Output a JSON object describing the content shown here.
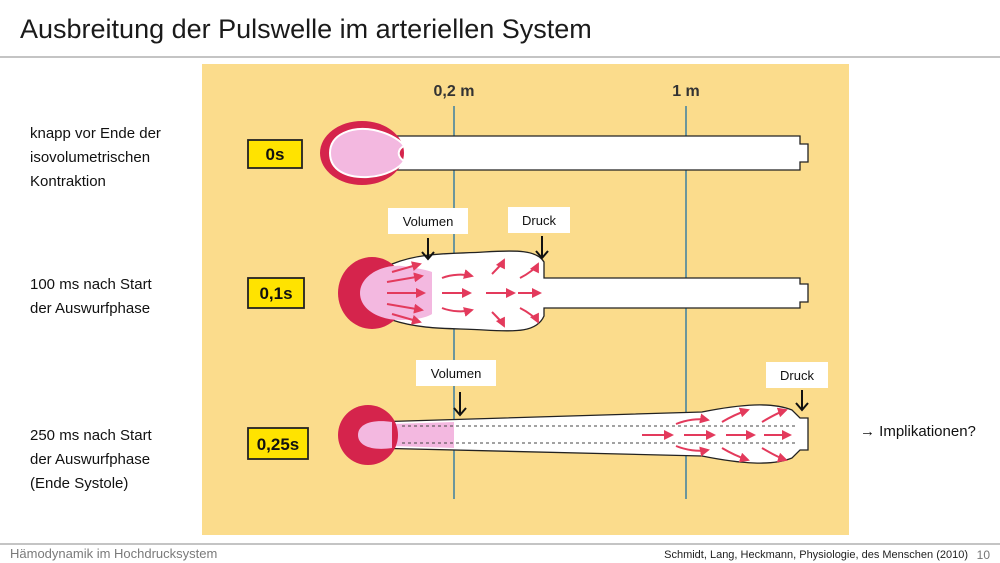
{
  "slide": {
    "title": "Ausbreitung der Pulswelle im arteriellen System",
    "footer_left": "Hämodynamik im Hochdrucksystem",
    "footer_right": "Schmidt, Lang, Heckmann, Physiologie, des Menschen (2010)",
    "page_number": "10"
  },
  "rows": [
    {
      "label_lines": [
        "knapp vor Ende der",
        "isovolumetrischen",
        "Kontraktion"
      ],
      "time": "0s"
    },
    {
      "label_lines": [
        "100 ms nach Start",
        "der Auswurfphase"
      ],
      "time": "0,1s"
    },
    {
      "label_lines": [
        "250 ms nach Start",
        "der Auswurfphase",
        "(Ende Systole)"
      ],
      "time": "0,25s"
    }
  ],
  "figure": {
    "distance_markers": [
      "0,2 m",
      "1 m"
    ],
    "annotations": {
      "volumen": "Volumen",
      "druck": "Druck"
    }
  },
  "implications": "→ Implikationen?",
  "colors": {
    "figure_background": "#fbdc8c",
    "time_badge": "#ffe300",
    "heart_red": "#d5244c",
    "blood_pink": "#f3b8e0",
    "flow_arrows": "#e33a5c",
    "marker_lines": "#3d7fa0"
  }
}
